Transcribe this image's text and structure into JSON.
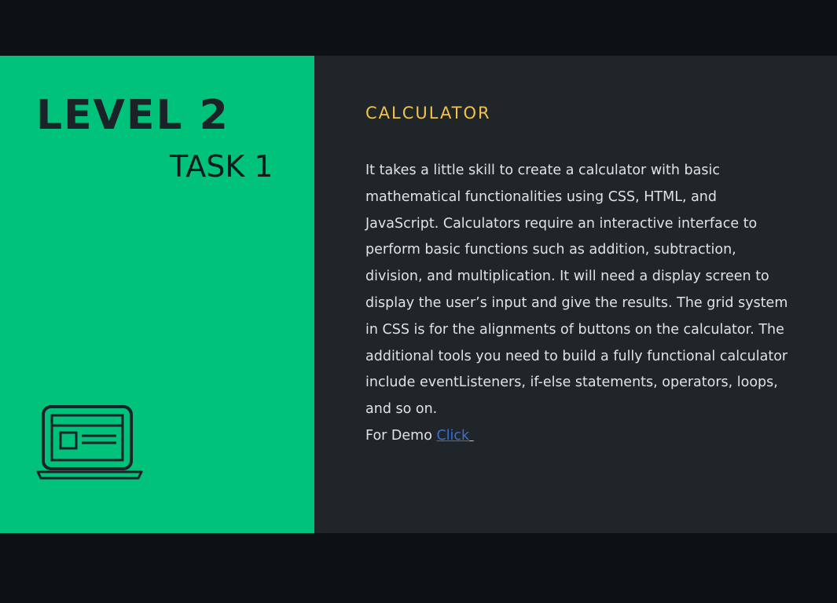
{
  "left_panel": {
    "level_title": "LEVEL 2",
    "task_subtitle": "TASK 1",
    "icon": "laptop-icon"
  },
  "content": {
    "heading": "CALCULATOR",
    "description": "It takes a little skill to create a calculator with basic mathematical functionalities using CSS, HTML, and JavaScript. Calculators require an interactive interface to perform basic functions such as addition, subtraction, division, and multiplication. It will need a  display screen to display the user’s input and give the results. The grid system in CSS is for the alignments of buttons on the calculator. The additional tools you need to build a fully functional calculator include eventListeners, if-else statements, operators, loops, and so on.",
    "demo_label": "For Demo ",
    "demo_link_text": "Click"
  },
  "colors": {
    "background": "#0d1114",
    "accent_green": "#00c27a",
    "panel_dark": "#1f2529",
    "heading_yellow": "#f2c24e",
    "body_text": "#e2e2e2",
    "link_blue": "#3d6fcf"
  }
}
